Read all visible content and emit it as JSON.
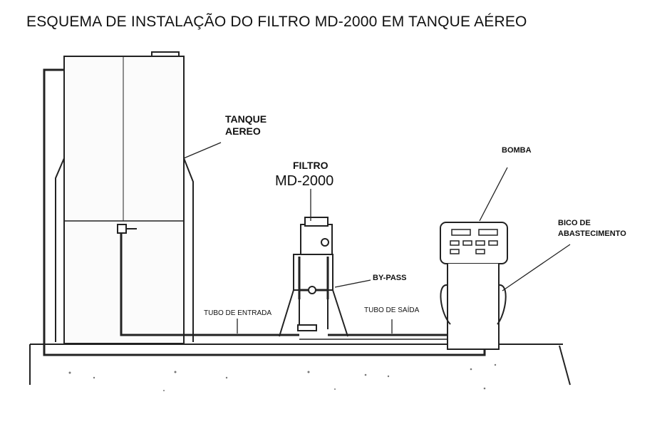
{
  "title": "ESQUEMA DE INSTALAÇÃO DO FILTRO MD-2000 EM TANQUE AÉREO",
  "labels": {
    "tank_line1": "TANQUE",
    "tank_line2": "AEREO",
    "filter_line1": "FILTRO",
    "filter_line2": "MD-2000",
    "bypass": "BY-PASS",
    "pump": "BOMBA",
    "nozzle_line1": "BICO DE",
    "nozzle_line2": "ABASTECIMENTO",
    "inlet_pipe": "TUBO DE ENTRADA",
    "outlet_pipe": "TUBO DE SAÍDA"
  }
}
